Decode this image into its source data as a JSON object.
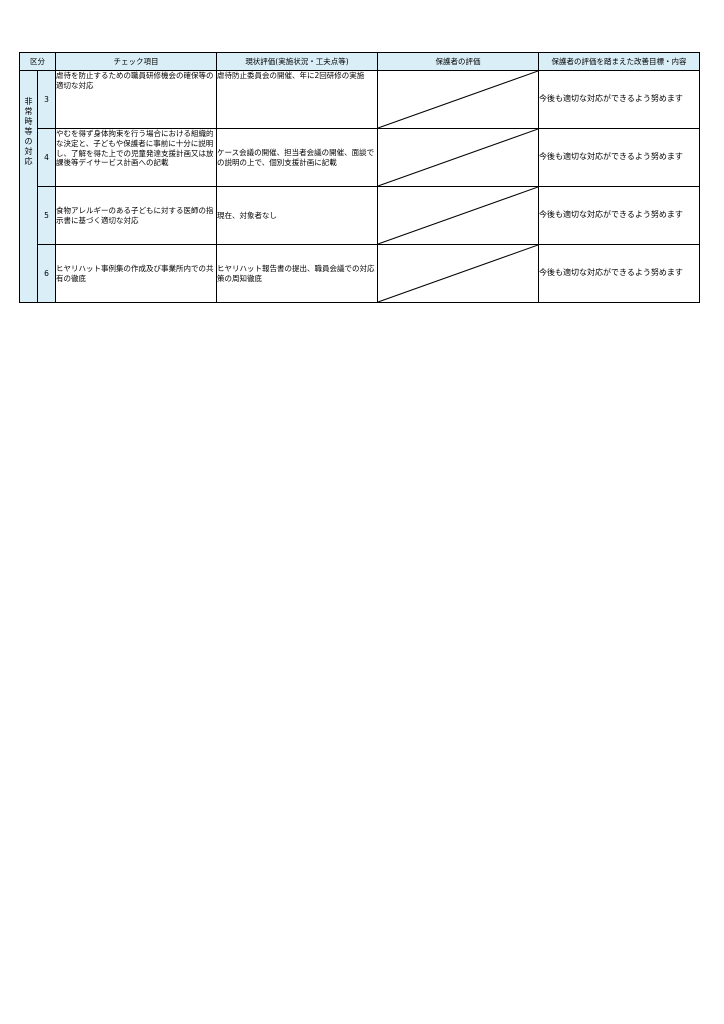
{
  "header": {
    "category": "区分",
    "check_item": "チェック項目",
    "current_eval": "現状評価(実施状況・工夫点等)",
    "guardian_eval": "保護者の評価",
    "improvement": "保護者の評価を踏まえた改善目標・内容"
  },
  "category_label": "非常時等の対応",
  "rows": [
    {
      "num": "3",
      "check_item": "虐待を防止するための職員研修機会の確保等の適切な対応",
      "current_eval": "虐待防止委員会の開催、年に2回研修の実施",
      "improvement": "今後も適切な対応ができるよう努めます"
    },
    {
      "num": "4",
      "check_item": "やむを得ず身体拘束を行う場合における組織的な決定と、子どもや保護者に事前に十分に説明し、了解を得た上での児童発達支援計画又は放課後等デイサービス計画への記載",
      "current_eval": "ケース会議の開催、担当者会議の開催、面談での説明の上で、個別支援計画に記載",
      "improvement": "今後も適切な対応ができるよう努めます"
    },
    {
      "num": "5",
      "check_item": "食物アレルギーのある子どもに対する医師の指示書に基づく適切な対応",
      "current_eval": "現在、対象者なし",
      "improvement": "今後も適切な対応ができるよう努めます"
    },
    {
      "num": "6",
      "check_item": "ヒヤリハット事例集の作成及び事業所内での共有の徹底",
      "current_eval": "ヒヤリハット報告書の提出、職員会議での対応策の周知徹底",
      "improvement": "今後も適切な対応ができるよう努めます"
    }
  ],
  "colors": {
    "header_bg": "#d9eef7",
    "border": "#000000"
  }
}
